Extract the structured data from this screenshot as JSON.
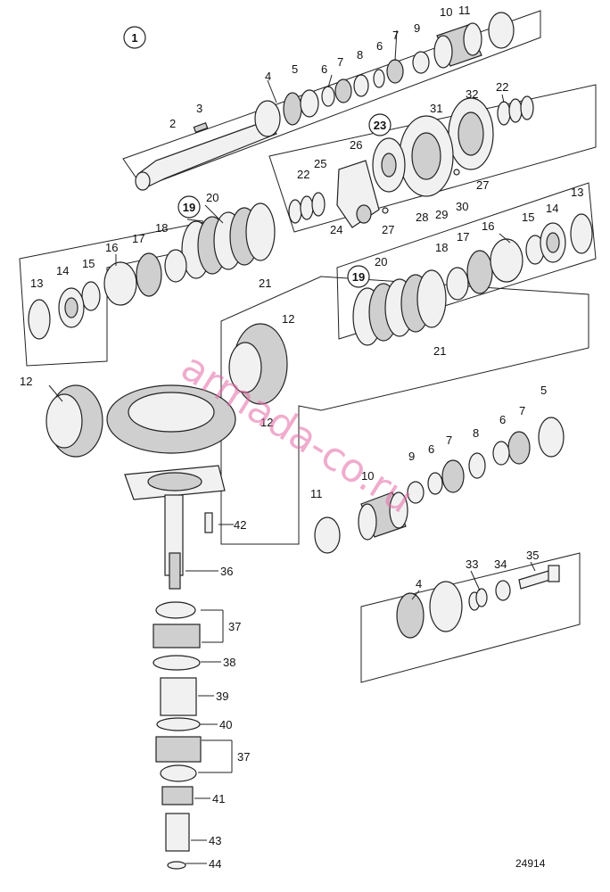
{
  "drawing_number": "24914",
  "watermark": "armada-co.ru",
  "callouts": {
    "c1": "1",
    "c2": "2",
    "c3": "3",
    "c4a": "4",
    "c5a": "5",
    "c6a": "6",
    "c7a": "7",
    "c8a": "8",
    "c6b": "6",
    "c7b": "7",
    "c9a": "9",
    "c10a": "10",
    "c11a": "11",
    "c32": "32",
    "c22a": "22",
    "c31": "31",
    "c23": "23",
    "c26": "26",
    "c25": "25",
    "c22b": "22",
    "c24": "24",
    "c27a": "27",
    "c28": "28",
    "c29": "29",
    "c30": "30",
    "c27b": "27",
    "c19a": "19",
    "c20a": "20",
    "c18a": "18",
    "c17a": "17",
    "c16a": "16",
    "c15a": "15",
    "c14a": "14",
    "c13a": "13",
    "c21a": "21",
    "c13b": "13",
    "c14b": "14",
    "c15b": "15",
    "c16b": "16",
    "c17b": "17",
    "c18b": "18",
    "c19b": "19",
    "c20b": "20",
    "c21b": "21",
    "c12a": "12",
    "c12b": "12",
    "c12c": "12",
    "c5b": "5",
    "c7c": "7",
    "c6c": "6",
    "c8b": "8",
    "c7d": "7",
    "c6d": "6",
    "c9b": "9",
    "c10b": "10",
    "c11b": "11",
    "c42": "42",
    "c36": "36",
    "c37a": "37",
    "c38": "38",
    "c39": "39",
    "c40": "40",
    "c37b": "37",
    "c41": "41",
    "c43": "43",
    "c44": "44",
    "c35": "35",
    "c34": "34",
    "c33": "33",
    "c4b": "4"
  }
}
